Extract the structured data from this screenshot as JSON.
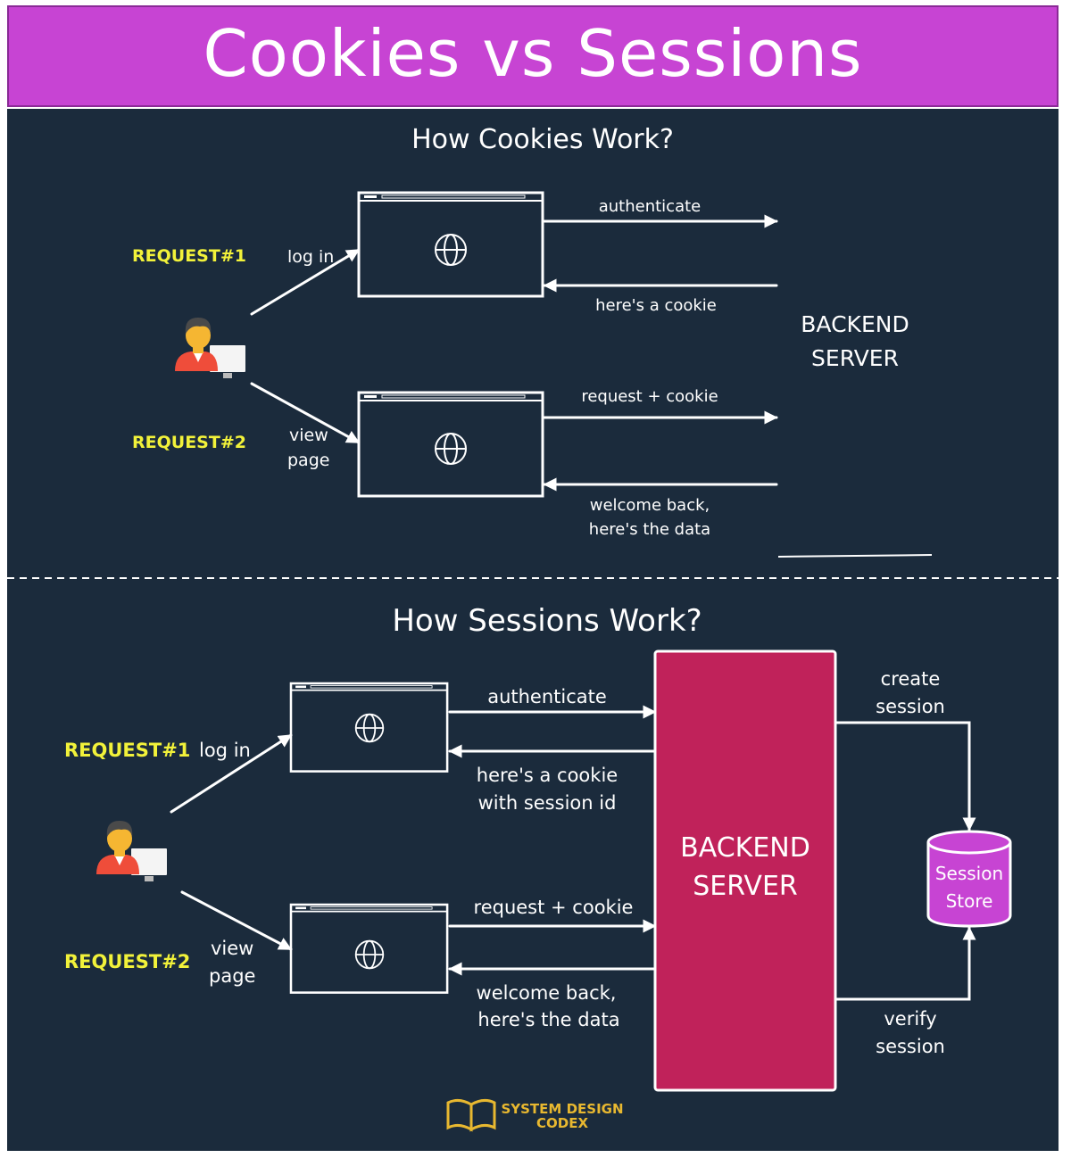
{
  "title": "Cookies vs Sessions",
  "cookies": {
    "heading": "How Cookies Work?",
    "request1": "REQUEST#1",
    "request2": "REQUEST#2",
    "login": "log in",
    "view_line1": "view",
    "view_line2": "page",
    "authenticate": "authenticate",
    "heres_cookie": "here's a cookie",
    "request_cookie": "request + cookie",
    "welcome_line1": "welcome back,",
    "welcome_line2": "here's the data",
    "server_line1": "BACKEND",
    "server_line2": "SERVER"
  },
  "sessions": {
    "heading": "How Sessions Work?",
    "request1": "REQUEST#1",
    "request2": "REQUEST#2",
    "login": "log in",
    "view_line1": "view",
    "view_line2": "page",
    "authenticate": "authenticate",
    "cookie_line1": "here's a cookie",
    "cookie_line2": "with session id",
    "request_cookie": "request + cookie",
    "welcome_line1": "welcome back,",
    "welcome_line2": "here's the data",
    "server_line1": "BACKEND",
    "server_line2": "SERVER",
    "create_line1": "create",
    "create_line2": "session",
    "verify_line1": "verify",
    "verify_line2": "session",
    "store_line1": "Session",
    "store_line2": "Store"
  },
  "logo": {
    "line1": "SYSTEM DESIGN",
    "line2": "CODEX"
  },
  "colors": {
    "banner": "#c744d3",
    "board": "#1b2b3c",
    "request_label": "#f2f23a",
    "server_box": "#c0225a",
    "session_store": "#c744d3"
  },
  "icons": [
    "user-with-computer-icon",
    "globe-icon",
    "open-book-icon"
  ]
}
